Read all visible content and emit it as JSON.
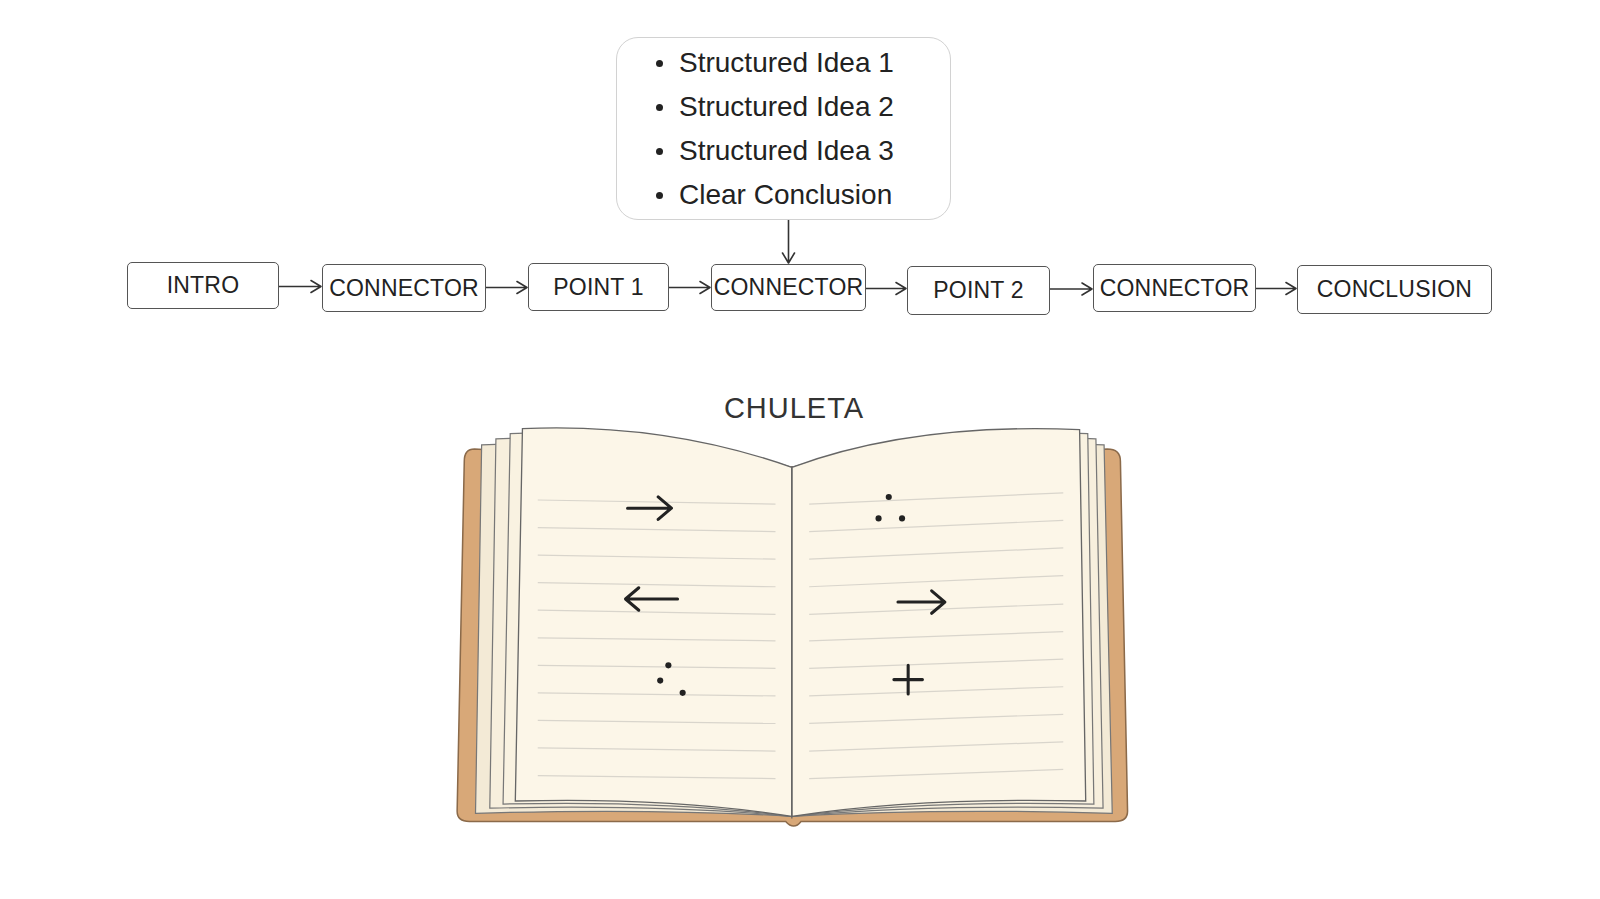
{
  "diagram": {
    "nodes": [
      {
        "text": [
          "Structured Idea 1",
          "Structured Idea 2",
          "Structured Idea 3",
          "Clear Conclusion"
        ]
      },
      {
        "text": [
          "INTRO"
        ]
      },
      {
        "text": [
          "CONNECTOR"
        ]
      },
      {
        "text": [
          "POINT 1"
        ]
      },
      {
        "text": [
          "CONNECTOR"
        ]
      },
      {
        "text": [
          "POINT 2"
        ]
      },
      {
        "text": [
          "CONNECTOR"
        ]
      },
      {
        "text": [
          "CONCLUSION"
        ]
      }
    ],
    "edges": [
      {
        "from": 0,
        "to": 4,
        "arrow": "to"
      },
      {
        "from": 1,
        "to": 2,
        "arrow": "to"
      },
      {
        "from": 2,
        "to": 3,
        "arrow": "to"
      },
      {
        "from": 3,
        "to": 4,
        "arrow": "to"
      },
      {
        "from": 4,
        "to": 5,
        "arrow": "to"
      },
      {
        "from": 5,
        "to": 6,
        "arrow": "to"
      },
      {
        "from": 6,
        "to": 7,
        "arrow": "to"
      }
    ],
    "labels": [
      "CHULETA"
    ]
  }
}
